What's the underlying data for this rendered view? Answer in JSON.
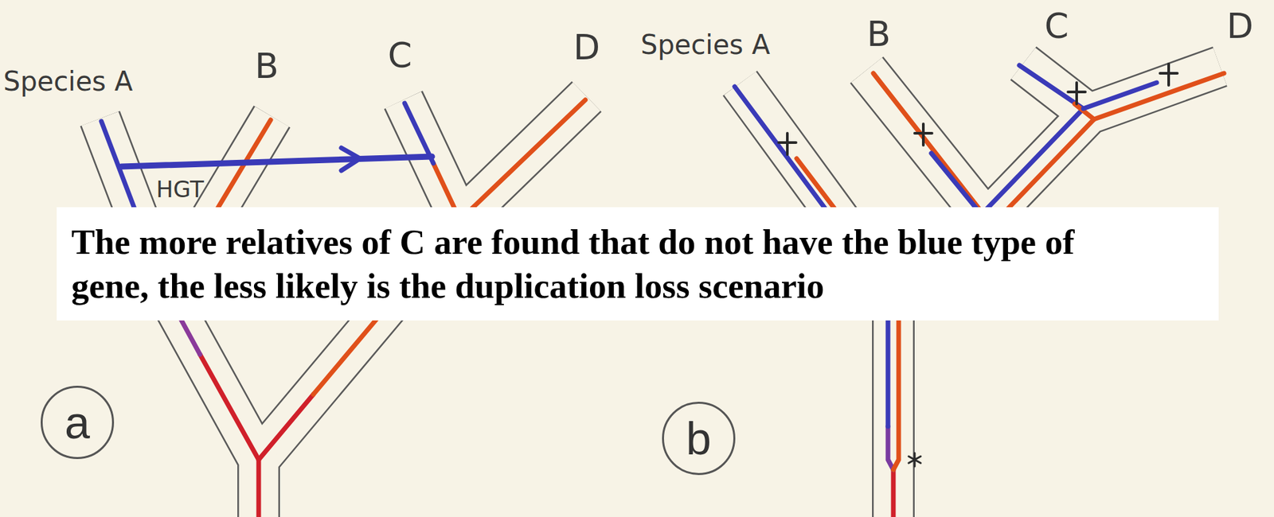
{
  "diagram": {
    "nodes": [
      {
        "text": [
          "The more relatives of C are found that do not have the blue type of gene, the less likely is the duplication loss scenario"
        ]
      },
      {
        "text": [
          "a"
        ]
      },
      {
        "text": [
          "b"
        ]
      }
    ],
    "labels": [
      "Species A",
      "B",
      "C",
      "D",
      "HGT",
      "Species A",
      "B",
      "C",
      "D"
    ]
  }
}
